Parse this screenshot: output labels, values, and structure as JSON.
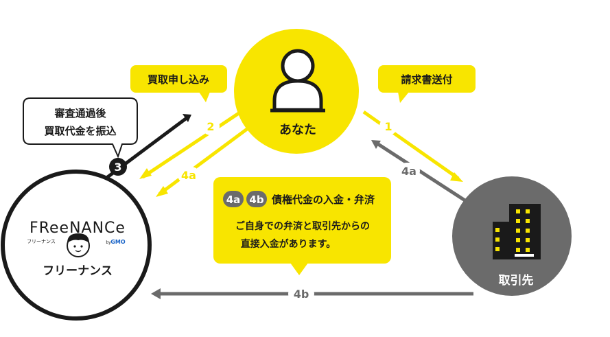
{
  "colors": {
    "yellow": "#f8e500",
    "gray": "#6b6b6b",
    "black": "#1a1a1a",
    "white": "#ffffff"
  },
  "nodes": {
    "you": {
      "label": "あなた",
      "icon": "person-icon"
    },
    "freenance": {
      "label": "フリーナンス",
      "logo_text": "FReeNANCe",
      "logo_sub": "フリーナンス",
      "logo_by": "by",
      "logo_brand": "GMO",
      "icon": "mascot-face-icon"
    },
    "client": {
      "label": "取引先",
      "icon": "building-icon"
    }
  },
  "callouts": {
    "invoice": "請求書送付",
    "purchase": "買取申し込み",
    "review_line1": "審査通過後",
    "review_line2": "買取代金を振込",
    "payment_title": "債権代金の入金・弁済",
    "payment_line1": "ご自身での弁済と取引先からの",
    "payment_line2": "直接入金があります。"
  },
  "steps": {
    "s1": "1",
    "s2": "2",
    "s3": "3",
    "s4a": "4a",
    "s4b": "4b"
  }
}
